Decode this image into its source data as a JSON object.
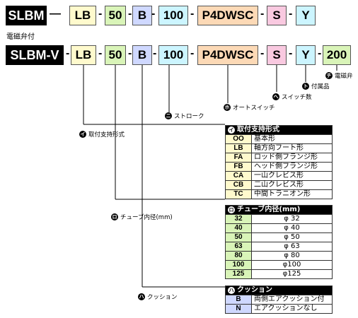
{
  "row1": {
    "model": "SLBM",
    "sep_long": "—",
    "mount": "LB",
    "bore": "50",
    "cushion": "B",
    "stroke": "100",
    "switch": "P4DWSC",
    "qty": "S",
    "acc": "Y",
    "dash": "-"
  },
  "row2_label": "電磁弁付",
  "row2": {
    "model": "SLBM-V",
    "mount": "LB",
    "bore": "50",
    "cushion": "B",
    "stroke": "100",
    "switch": "P4DWSC",
    "qty": "S",
    "acc": "Y",
    "valve": "200",
    "dash": "-"
  },
  "notes": {
    "valve": {
      "badge": "チ",
      "text": "電磁弁"
    },
    "acc": {
      "badge": "ト",
      "text": "付属品"
    },
    "qty": {
      "badge": "へ",
      "text": "スイッチ数"
    },
    "switch": {
      "badge": "ホ",
      "text": "オートスイッチ"
    },
    "stroke": {
      "badge": "ニ",
      "text": "ストローク"
    },
    "mount": {
      "badge": "イ",
      "text": "取付支持形式"
    },
    "bore": {
      "badge": "ロ",
      "text": "チューブ内径(mm)"
    },
    "cushion": {
      "badge": "ハ",
      "text": "クッション"
    }
  },
  "mount_table": {
    "header": "取付支持形式",
    "rows": [
      {
        "code": "OO",
        "desc": "基本形"
      },
      {
        "code": "LB",
        "desc": "軸方向フート形"
      },
      {
        "code": "FA",
        "desc": "ロッド側フランジ形"
      },
      {
        "code": "FB",
        "desc": "ヘッド側フランジ形"
      },
      {
        "code": "CA",
        "desc": "一山クレビス形"
      },
      {
        "code": "CB",
        "desc": "二山クレビス形"
      },
      {
        "code": "TC",
        "desc": "中間トラニオン形"
      }
    ]
  },
  "bore_table": {
    "header": "チューブ内径(mm)",
    "rows": [
      {
        "code": "32",
        "desc": "φ 32"
      },
      {
        "code": "40",
        "desc": "φ 40"
      },
      {
        "code": "50",
        "desc": "φ 50"
      },
      {
        "code": "63",
        "desc": "φ 63"
      },
      {
        "code": "80",
        "desc": "φ 80"
      },
      {
        "code": "100",
        "desc": "φ100"
      },
      {
        "code": "125",
        "desc": "φ125"
      }
    ]
  },
  "cushion_table": {
    "header": "クッション",
    "rows": [
      {
        "code": "B",
        "desc": "両側エアクッション付"
      },
      {
        "code": "N",
        "desc": "エアクッションなし"
      }
    ]
  },
  "colors": {
    "mount": "#fffacd",
    "bore": "#d9f4b8",
    "cushion": "#cfd8ff",
    "stroke": "#ccf5ff",
    "switch": "#fcd9b6",
    "qty": "#f9c9e0",
    "acc": "#ccf5ff",
    "valve": "#d9f4b8"
  }
}
